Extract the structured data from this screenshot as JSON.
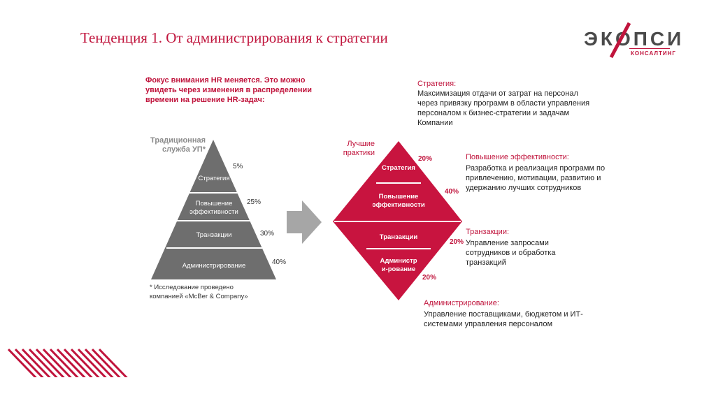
{
  "title": "Тенденция 1. От администрирования к стратегии",
  "logo": {
    "main": "ЭКОПСИ",
    "sub": "КОНСАЛТИНГ"
  },
  "focus_text": "Фокус внимания HR меняется. Это можно увидеть через изменения в распределении времени на решение HR-задач:",
  "pyramid": {
    "label": "Традиционная служба УП*",
    "segments": [
      {
        "label": "Стратегия",
        "pct": "5%"
      },
      {
        "label": "Повышение эффективности",
        "pct": "25%"
      },
      {
        "label": "Транзакции",
        "pct": "30%"
      },
      {
        "label": "Администрирование",
        "pct": "40%"
      }
    ],
    "footnote": "* Исследование проведено компанией «McBer & Company»"
  },
  "diamond": {
    "label": "Лучшие практики",
    "segments": [
      {
        "label": "Стратегия",
        "pct": "20%"
      },
      {
        "label": "Повышение эффективности",
        "pct": "40%"
      },
      {
        "label": "Транзакции",
        "pct": "20%"
      },
      {
        "label": "Администр и-рование",
        "pct": "20%"
      }
    ]
  },
  "blocks": [
    {
      "heading": "Стратегия:",
      "text": "Максимизация отдачи от затрат на персонал через привязку программ в области управления персоналом к бизнес-стратегии и задачам Компании"
    },
    {
      "heading": "Повышение эффективности:",
      "text": "Разработка и реализация программ по привлечению, мотивации, развитию и удержанию лучших сотрудников"
    },
    {
      "heading": "Транзакции:",
      "text": "Управление запросами сотрудников и обработка транзакций"
    },
    {
      "heading": "Администрирование:",
      "text": "Управление поставщиками, бюджетом и ИТ-системами управления персоналом"
    }
  ],
  "colors": {
    "accent": "#c0143c",
    "pyramid": "#6e6e6e",
    "arrow": "#a6a6a6"
  }
}
